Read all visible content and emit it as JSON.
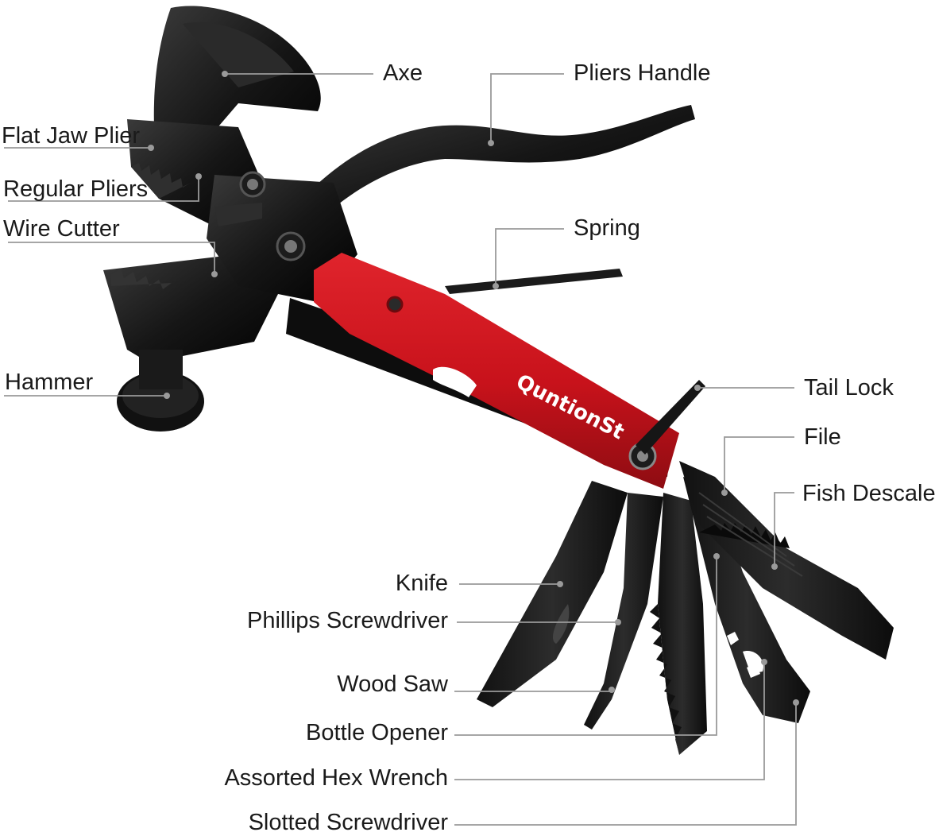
{
  "brand": "QuntionSt",
  "colors": {
    "handle_red": "#c8121b",
    "handle_dark_red": "#8e0c12",
    "steel": "#161616",
    "steel_highlight": "#3a3a3a",
    "leader_line": "#9a9a9a",
    "label_text": "#1a1a1a"
  },
  "labels": {
    "axe": "Axe",
    "pliers_handle": "Pliers Handle",
    "flat_jaw_plier": "Flat Jaw Plier",
    "regular_pliers": "Regular Pliers",
    "wire_cutter": "Wire Cutter",
    "spring": "Spring",
    "hammer": "Hammer",
    "tail_lock": "Tail Lock",
    "file": "File",
    "fish_descaler": "Fish Descaler",
    "knife": "Knife",
    "phillips_screwdriver": "Phillips Screwdriver",
    "wood_saw": "Wood Saw",
    "bottle_opener": "Bottle Opener",
    "assorted_hex_wrench": "Assorted Hex Wrench",
    "slotted_screwdriver": "Slotted Screwdriver"
  }
}
